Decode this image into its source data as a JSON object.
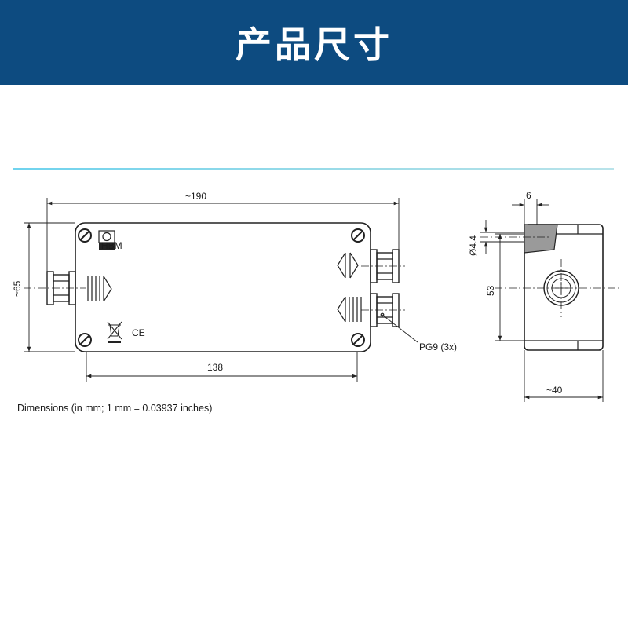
{
  "header": {
    "title": "产品尺寸",
    "background": "#0d4b80"
  },
  "accent_color": "#6fd3ee",
  "front_view": {
    "overall_width": "~190",
    "height": "~65",
    "body_width": "138",
    "logo_text": "HBM",
    "ce_mark": "CE",
    "cable_gland_label": "PG9 (3x)"
  },
  "side_view": {
    "wall": "6",
    "hole_diameter": "Ø4.4",
    "body_height": "53",
    "depth": "~40"
  },
  "caption": "Dimensions (in mm; 1 mm = 0.03937 inches)"
}
